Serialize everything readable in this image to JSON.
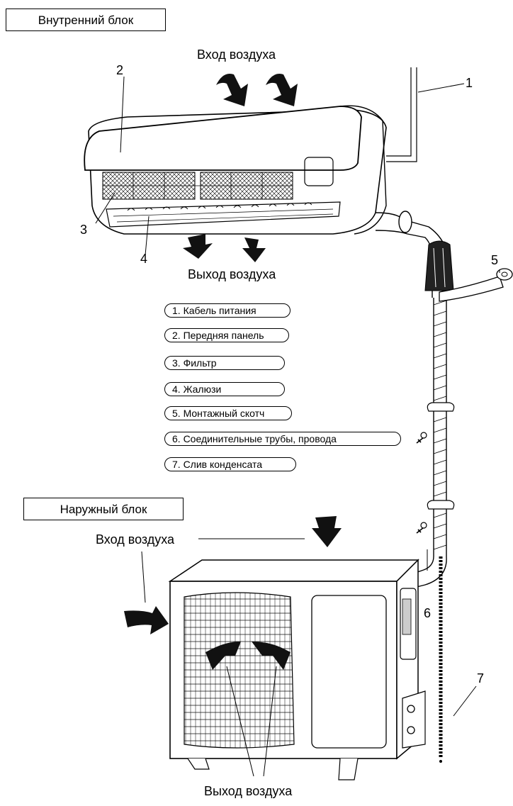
{
  "labels": {
    "indoor_unit": "Внутренний блок",
    "outdoor_unit": "Наружный блок",
    "air_in_top": "Вход воздуха",
    "air_out_indoor": "Выход воздуха",
    "air_in_outdoor": "Вход воздуха",
    "air_out_outdoor": "Выход воздуха"
  },
  "callouts": [
    "1",
    "2",
    "3",
    "4",
    "5",
    "6",
    "7"
  ],
  "legend": [
    "1. Кабель питания",
    "2. Передняя панель",
    "3. Фильтр",
    "4. Жалюзи",
    "5. Монтажный скотч",
    "6. Соединительные трубы, провода",
    "7. Слив конденсата"
  ]
}
